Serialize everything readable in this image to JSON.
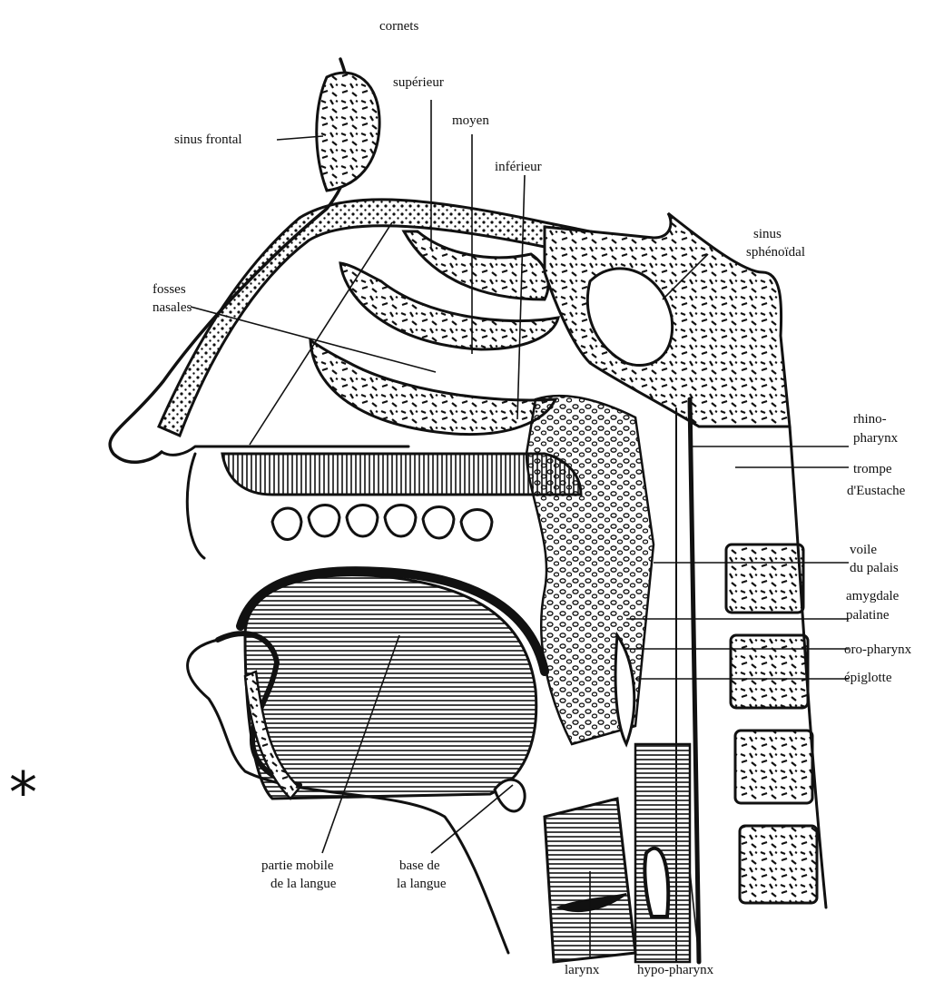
{
  "header": {
    "title": "cornets"
  },
  "labels": {
    "superieur": "supérieur",
    "moyen": "moyen",
    "inferieur": "inférieur",
    "sinus_frontal": "sinus frontal",
    "sinus_sphenoidal_1": "sinus",
    "sinus_sphenoidal_2": "sphénoïdal",
    "fosses_nasales_1": "fosses",
    "fosses_nasales_2": "nasales",
    "rhino_pharynx_1": "rhino-",
    "rhino_pharynx_2": "pharynx",
    "trompe_1": "trompe",
    "trompe_2": "d'Eustache",
    "voile_1": "voile",
    "voile_2": "du palais",
    "amygdale_1": "amygdale",
    "amygdale_2": "palatine",
    "oro_pharynx": "oro-pharynx",
    "epiglotte": "épiglotte",
    "partie_mobile_1": "partie mobile",
    "partie_mobile_2": "de la langue",
    "base_langue_1": "base de",
    "base_langue_2": "la langue",
    "larynx": "larynx",
    "hypo_pharynx": "hypo-pharynx"
  },
  "marker": {
    "symbol": "*"
  }
}
